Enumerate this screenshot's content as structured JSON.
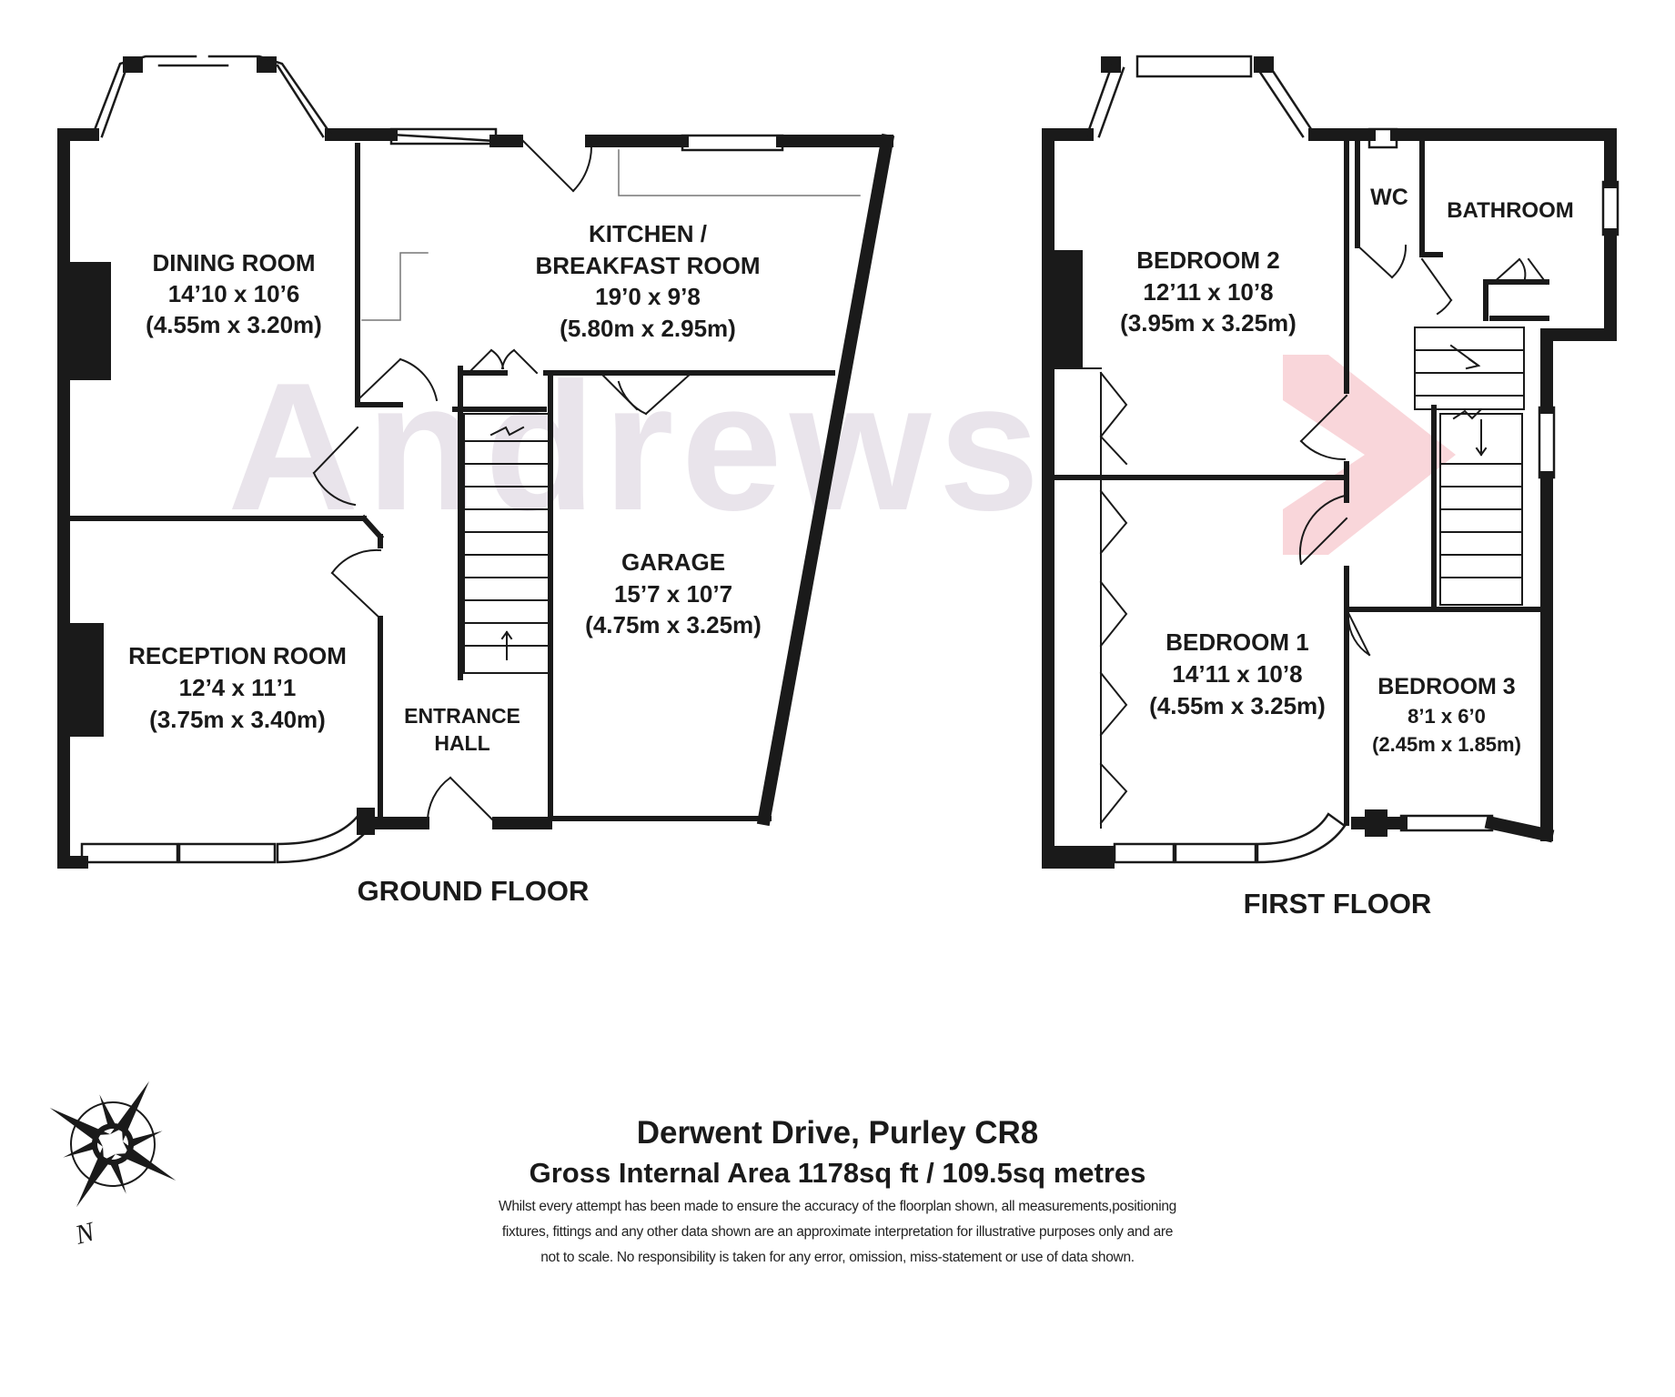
{
  "watermark": {
    "text": "Andrews"
  },
  "ground_floor": {
    "label": "GROUND FLOOR",
    "rooms": {
      "dining": {
        "name": "DINING ROOM",
        "imperial": "14’10 x 10’6",
        "metric": "(4.55m x 3.20m)"
      },
      "kitchen": {
        "name1": "KITCHEN /",
        "name2": "BREAKFAST ROOM",
        "imperial": "19’0 x 9’8",
        "metric": "(5.80m x 2.95m)"
      },
      "garage": {
        "name": "GARAGE",
        "imperial": "15’7 x 10’7",
        "metric": "(4.75m x 3.25m)"
      },
      "reception": {
        "name": "RECEPTION ROOM",
        "imperial": "12’4 x 11’1",
        "metric": "(3.75m x 3.40m)"
      },
      "hall": {
        "name1": "ENTRANCE",
        "name2": "HALL"
      }
    }
  },
  "first_floor": {
    "label": "FIRST FLOOR",
    "rooms": {
      "bed2": {
        "name": "BEDROOM 2",
        "imperial": "12’11 x 10’8",
        "metric": "(3.95m x 3.25m)"
      },
      "wc": {
        "name": "WC"
      },
      "bath": {
        "name": "BATHROOM"
      },
      "bed1": {
        "name": "BEDROOM 1",
        "imperial": "14’11 x 10’8",
        "metric": "(4.55m x 3.25m)"
      },
      "bed3": {
        "name": "BEDROOM 3",
        "imperial": "8’1 x 6’0",
        "metric": "(2.45m x 1.85m)"
      }
    }
  },
  "compass": {
    "north_label": "N"
  },
  "footer": {
    "address": "Derwent Drive, Purley CR8",
    "area": "Gross Internal Area 1178sq ft / 109.5sq metres",
    "disclaimer1": "Whilst every attempt has been made to ensure the accuracy of the floorplan shown, all measurements,positioning",
    "disclaimer2": "fixtures, fittings and any other data shown are an approximate interpretation for illustrative purposes only and are",
    "disclaimer3": "not to scale. No responsibility is taken for any error, omission, miss-statement or use of data shown."
  },
  "colors": {
    "wall": "#1a1a1a",
    "watermark": "#5b3a6b",
    "arrow": "#f4b4bc"
  }
}
